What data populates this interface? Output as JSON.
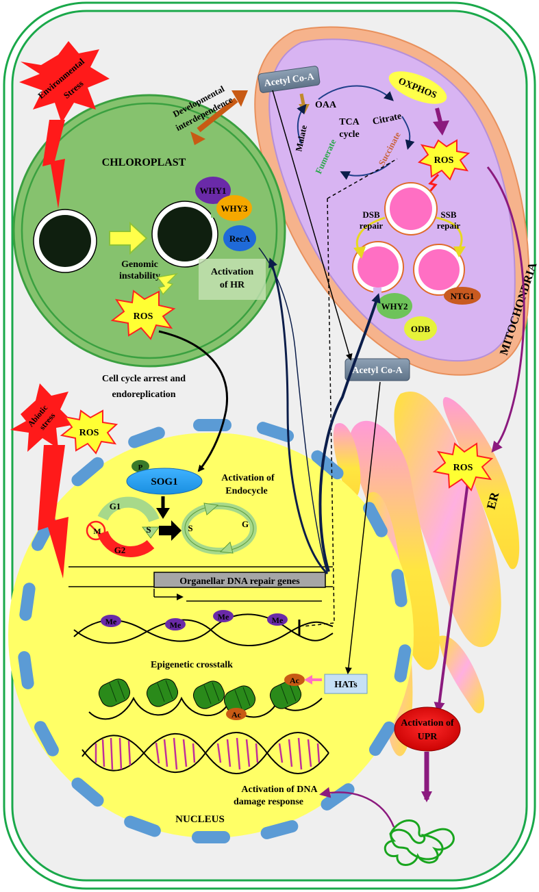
{
  "labels": {
    "environmental_stress": [
      "Environmental",
      "Stress"
    ],
    "developmental": [
      "Developmental",
      "interdependence"
    ],
    "chloroplast": "CHLOROPLAST",
    "genomic_instability": [
      "Genomic",
      "instability"
    ],
    "activation_hr": [
      "Activation",
      "of HR"
    ],
    "why1": "WHY1",
    "why3": "WHY3",
    "reca": "RecA",
    "ros": "ROS",
    "cell_cycle": [
      "Cell cycle arrest and",
      "endoreplication"
    ],
    "abiotic_stress": [
      "Abiotic",
      "stress"
    ],
    "acetyl_coa": "Acetyl Co-A",
    "oaa": "OAA",
    "citrate": "Citrate",
    "tca": [
      "TCA",
      "cycle"
    ],
    "malate": "Malate",
    "fumerate": "Fumerate",
    "succinate": "Succinate",
    "oxphos": "OXPHOS",
    "dsb_repair": [
      "DSB",
      "repair"
    ],
    "ssb_repair": [
      "SSB",
      "repair"
    ],
    "why2": "WHY2",
    "ntg1": "NTG1",
    "odb": "ODB",
    "mitochondria": "MITOCHONDRIA",
    "er": "ER",
    "p": "P",
    "sog1": "SOG1",
    "activation_endocycle": [
      "Activation of",
      "Endocycle"
    ],
    "g1": "G1",
    "s": "S",
    "m": "M",
    "g2": "G2",
    "g": "G",
    "organellar_genes": "Organellar DNA repair genes",
    "me": "Me",
    "epigenetic": "Epigenetic crosstalk",
    "ac": "Ac",
    "hats": "HATs",
    "activation_upr": [
      "Activation of",
      "UPR"
    ],
    "activation_ddr": [
      "Activation of DNA",
      "damage response"
    ],
    "nucleus": "NUCLEUS"
  },
  "colors": {
    "cell_border": "#1aa84a",
    "cytoplasm": "#efefef",
    "chloroplast_fill": "#86c26e",
    "mito_outer": "#f6b38c",
    "mito_inner": "#d8b4f2",
    "nucleus_fill": "#ffff66",
    "envelope": "#5b9bd5",
    "ros_burst": "#ffff33",
    "stress_red": "#ff1a1a",
    "dna_pink": "#ff6fc3",
    "purple_arrow": "#8b1a7e",
    "label_slate": "#6d8094"
  }
}
